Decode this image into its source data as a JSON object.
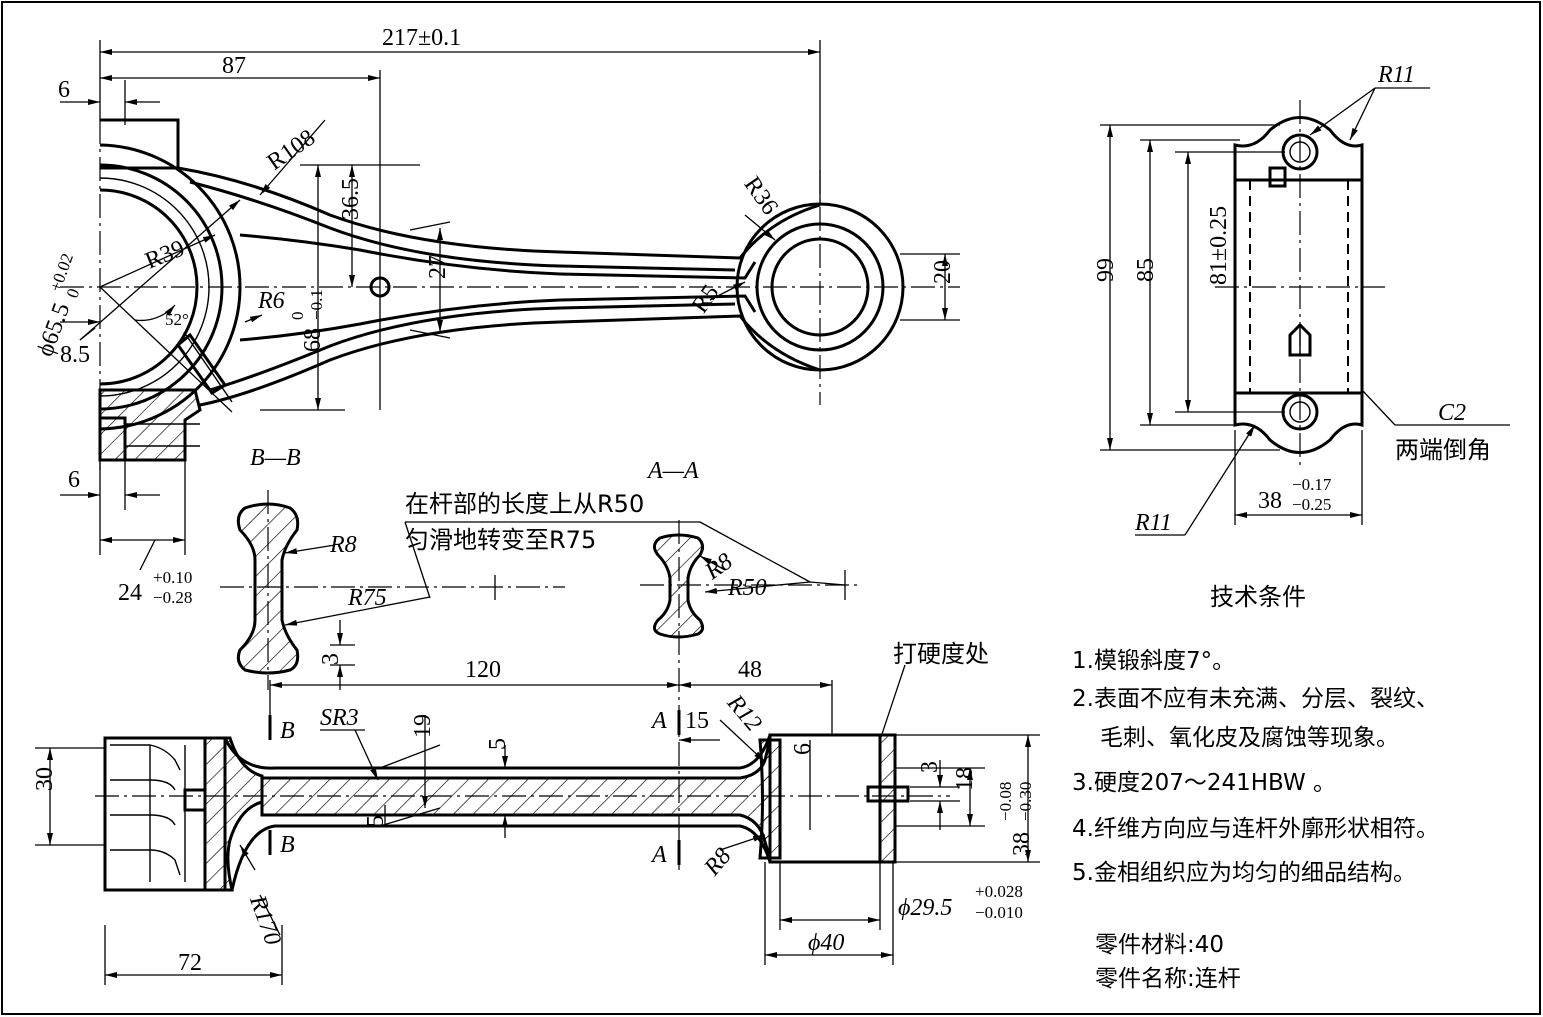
{
  "dims": {
    "overall": "217±0.1",
    "d87": "87",
    "d6_top": "6",
    "r108": "R108",
    "d36_5": "36.5",
    "r36": "R36",
    "r39": "R39",
    "bore_phi": "ϕ65.5",
    "bore_tol_up": "+0.02",
    "bore_tol_lo": "0",
    "a52": "52°",
    "r6": "R6",
    "d68": "68",
    "d68_tol_up": "0",
    "d68_tol_lo": "−0.1",
    "d27": "27",
    "r5": "R5",
    "d20": "20",
    "d8_5": "8.5",
    "d6_bottom": "6",
    "d24": "24",
    "d24_tol_up": "+0.10",
    "d24_tol_lo": "−0.28",
    "r11_top": "R11",
    "d99": "99",
    "d85": "85",
    "d81": "81±0.25",
    "c2": "C2",
    "chamfer_note": "两端倒角",
    "r11_bottom": "R11",
    "d38": "38",
    "d38_tol_up": "−0.17",
    "d38_tol_lo": "−0.25",
    "section_bb": "B—B",
    "section_aa": "A—A",
    "note_line1": "在杆部的长度上从R50",
    "note_line2": "匀滑地转变至R75",
    "r8_bb": "R8",
    "r75": "R75",
    "d3_bb": "3",
    "r8_aa": "R8",
    "r50": "R50",
    "d120": "120",
    "d48": "48",
    "hardness_spot": "打硬度处",
    "mark_b_top": "B",
    "mark_b_bottom": "B",
    "mark_a_top": "A",
    "mark_a_bottom": "A",
    "sr3": "SR3",
    "d19": "19",
    "d5_top": "5",
    "d15": "15",
    "r12": "R12",
    "d30": "30",
    "d5_bottom": "5",
    "d6_side": "6",
    "d3_side": "3",
    "d18": "18",
    "d38_side": "38",
    "d38_side_tol_up": "−0.08",
    "d38_side_tol_lo": "−0.30",
    "r8_side": "R8",
    "r170": "R170",
    "d72": "72",
    "small_phi": "ϕ29.5",
    "small_phi_tol_up": "+0.028",
    "small_phi_tol_lo": "−0.010",
    "d40": "ϕ40"
  },
  "tech": {
    "title": "技术条件",
    "items": [
      "1.模锻斜度7°。",
      "2.表面不应有未充满、分层、裂纹、",
      "毛刺、氧化皮及腐蚀等现象。",
      "3.硬度207～241HBW 。",
      "4.纤维方向应与连杆外廓形状相符。",
      "5.金相组织应为均匀的细品结构。"
    ],
    "material": "零件材料:40",
    "part_name": "零件名称:连杆"
  }
}
